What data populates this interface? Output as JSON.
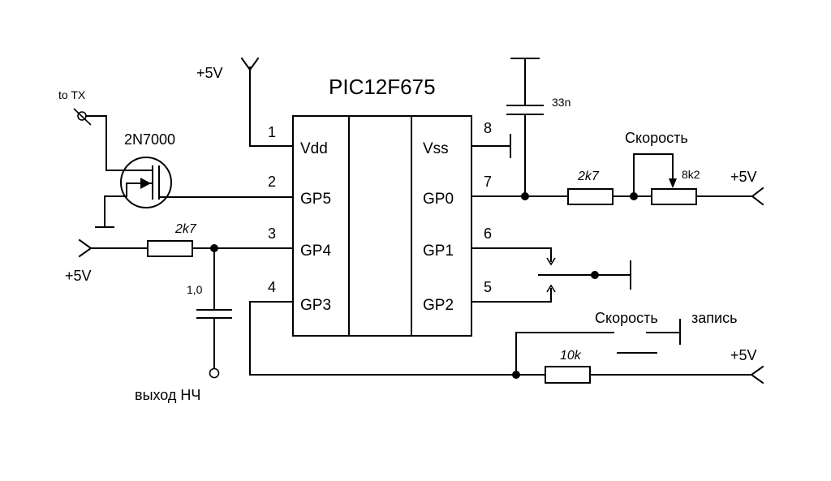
{
  "ic": {
    "name": "PIC12F675",
    "pins_left": [
      {
        "num": "1",
        "label": "Vdd"
      },
      {
        "num": "2",
        "label": "GP5"
      },
      {
        "num": "3",
        "label": "GP4"
      },
      {
        "num": "4",
        "label": "GP3"
      }
    ],
    "pins_right": [
      {
        "num": "8",
        "label": "Vss"
      },
      {
        "num": "7",
        "label": "GP0"
      },
      {
        "num": "6",
        "label": "GP1"
      },
      {
        "num": "5",
        "label": "GP2"
      }
    ]
  },
  "labels": {
    "vcc_top": "+5V",
    "to_tx": "to TX",
    "transistor": "2N7000",
    "r_gp4": "2k7",
    "vcc_left": "+5V",
    "cap_out": "1,0",
    "output": "выход НЧ",
    "cap_decoupling": "33n",
    "r_gp0": "2k7",
    "pot_label": "Скорость",
    "pot_value": "8k2",
    "vcc_right_top": "+5V",
    "btn_speed": "Скорость",
    "btn_record": "запись",
    "r_gp3": "10k",
    "vcc_right_bottom": "+5V"
  }
}
